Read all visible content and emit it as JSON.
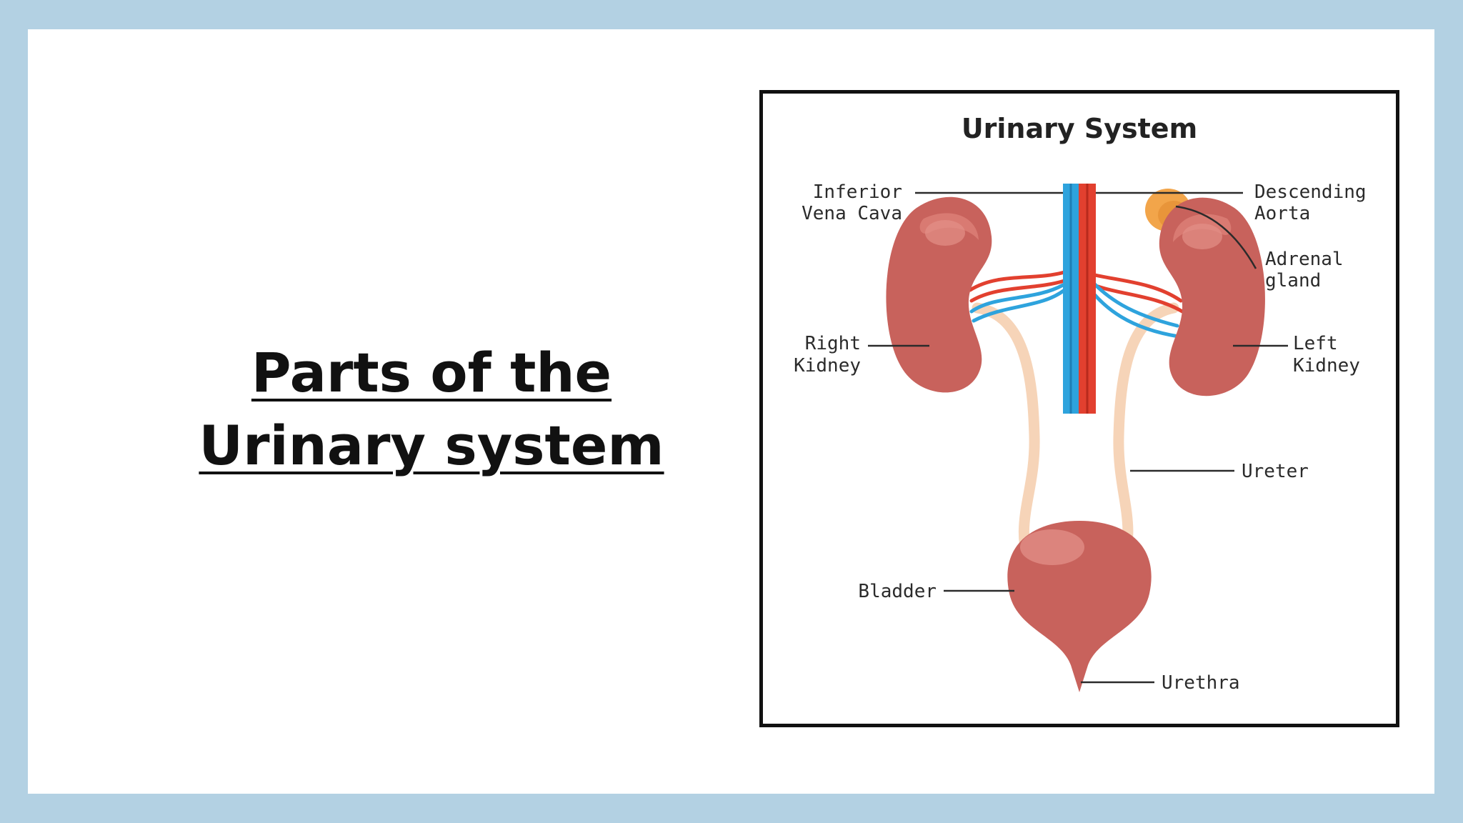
{
  "slide": {
    "title_line1": "Parts of the",
    "title_line2": "Urinary system",
    "background_color": "#b3d1e3"
  },
  "diagram": {
    "title": "Urinary System",
    "labels": {
      "ivc_line1": "Inferior",
      "ivc_line2": "Vena Cava",
      "aorta_line1": "Descending",
      "aorta_line2": "Aorta",
      "adrenal_line1": "Adrenal",
      "adrenal_line2": "gland",
      "right_kidney_line1": "Right",
      "right_kidney_line2": "Kidney",
      "left_kidney_line1": "Left",
      "left_kidney_line2": "Kidney",
      "ureter": "Ureter",
      "bladder": "Bladder",
      "urethra": "Urethra"
    },
    "colors": {
      "kidney": "#c8625c",
      "vein": "#2ea3dd",
      "artery": "#e2402f",
      "ureter": "#f6d4b8",
      "adrenal": "#f2a54a"
    }
  }
}
